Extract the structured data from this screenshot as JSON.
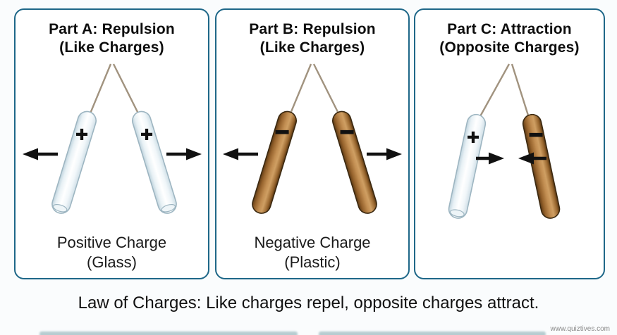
{
  "figure": {
    "caption": "Law of Charges: Like charges repel, opposite charges attract.",
    "watermark": "www.quiztives.com"
  },
  "panels": [
    {
      "id": "A",
      "title_line1": "Part A: Repulsion",
      "title_line2": "(Like Charges)",
      "label_line1": "Positive Charge",
      "label_line2": "(Glass)",
      "left_rod": {
        "material": "glass",
        "charge": "+"
      },
      "right_rod": {
        "material": "glass",
        "charge": "+"
      },
      "interaction": "repulsion - arrows point outward"
    },
    {
      "id": "B",
      "title_line1": "Part B: Repulsion",
      "title_line2": "(Like Charges)",
      "label_line1": "Negative Charge",
      "label_line2": "(Plastic)",
      "left_rod": {
        "material": "plastic",
        "charge": "−"
      },
      "right_rod": {
        "material": "plastic",
        "charge": "−"
      },
      "interaction": "repulsion - arrows point outward"
    },
    {
      "id": "C",
      "title_line1": "Part C: Attraction",
      "title_line2": "(Opposite Charges)",
      "left_rod": {
        "material": "glass",
        "charge": "+"
      },
      "right_rod": {
        "material": "plastic",
        "charge": "−"
      },
      "interaction": "attraction - arrows point inward"
    }
  ],
  "colors": {
    "panel_border": "#1e6788",
    "glass_rod_fill": "#e9f2f6",
    "glass_rod_edge": "#9db5c1",
    "plastic_rod_fill": "#c28e52",
    "plastic_rod_edge": "#3a2810",
    "string": "#a1937f",
    "arrow": "#111111",
    "background": "#fafcfd"
  }
}
